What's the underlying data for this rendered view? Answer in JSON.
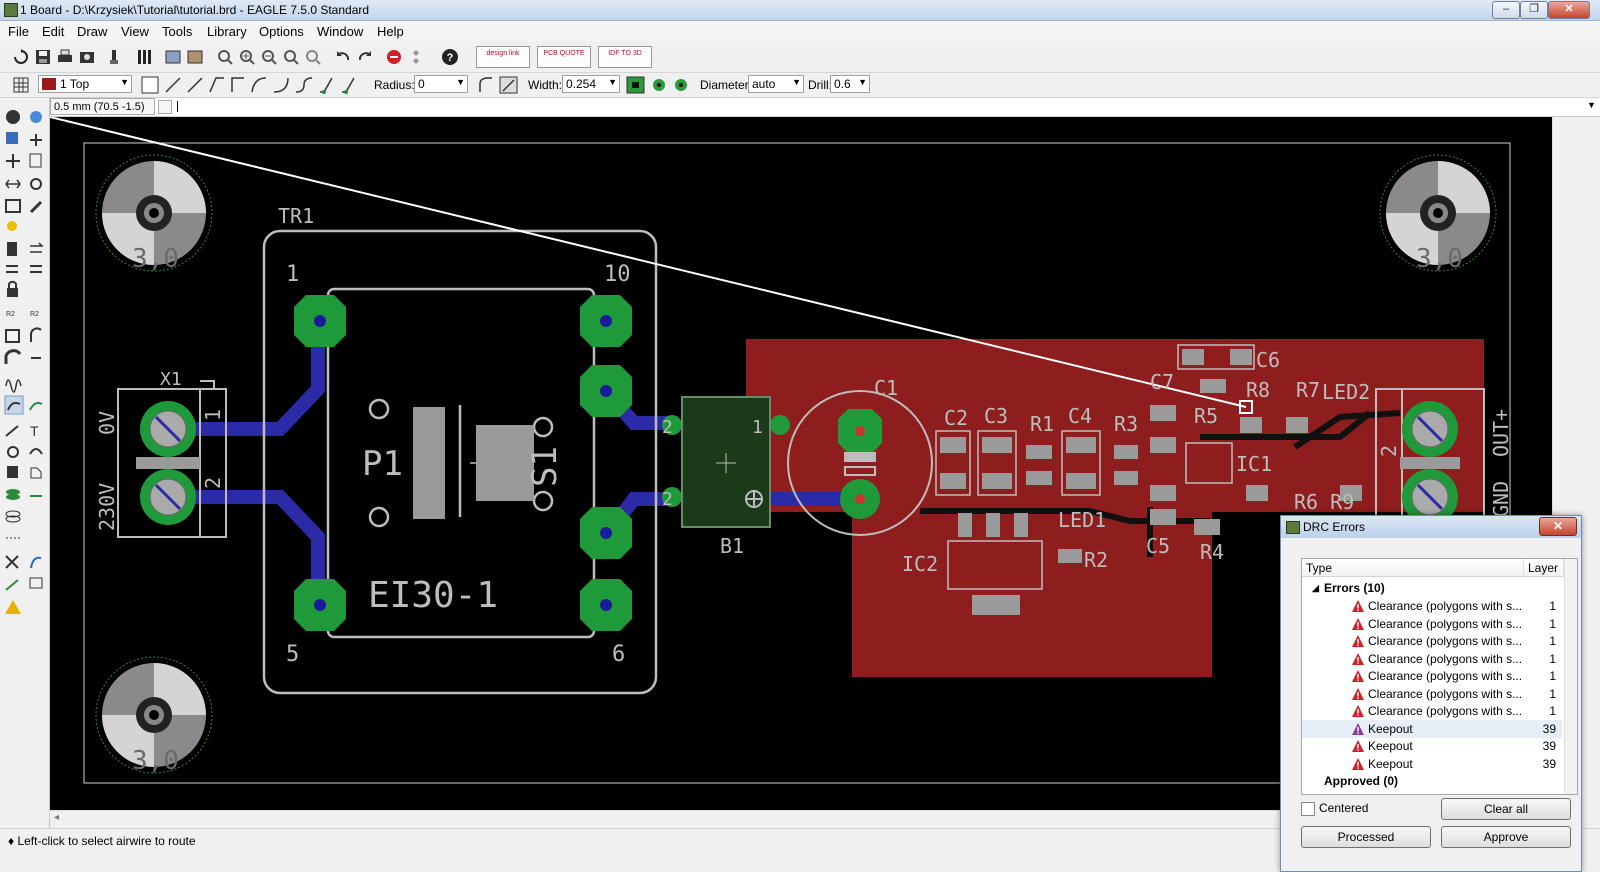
{
  "window": {
    "title": "1 Board - D:\\Krzysiek\\Tutorial\\tutorial.brd - EAGLE 7.5.0 Standard",
    "minimize": "–",
    "maximize": "❐",
    "close": "✕"
  },
  "menu": [
    "File",
    "Edit",
    "Draw",
    "View",
    "Tools",
    "Library",
    "Options",
    "Window",
    "Help"
  ],
  "toolbar": {
    "designlink": "design link",
    "pcb_quote": "PCB QUOTE",
    "idf": "IDF TO 3D"
  },
  "params": {
    "layer": "1 Top",
    "layer_color": "#9c1a1a",
    "radius_label": "Radius:",
    "radius_value": "0",
    "width_label": "Width:",
    "width_value": "0.254",
    "diameter_label": "Diameter:",
    "diameter_value": "auto",
    "drill_label": "Drill:",
    "drill_value": "0.6"
  },
  "command": {
    "coord": "0.5 mm (70.5 -1.5)",
    "input": ""
  },
  "board": {
    "hole_label": "3,0",
    "labels": {
      "tr1": "TR1",
      "x1": "X1",
      "pin1": "1",
      "pin10": "10",
      "pin5": "5",
      "pin6": "6",
      "p1": "P1",
      "s1": "S1",
      "ei30": "EI30-1",
      "v0": "0V",
      "v230": "230V",
      "x1p1": "1",
      "x1p2": "2",
      "b1": "B1",
      "c1": "C1",
      "c2": "C2",
      "c3": "C3",
      "r1": "R1",
      "c4": "C4",
      "r3": "R3",
      "c7": "C7",
      "c6": "C6",
      "r5": "R5",
      "r8": "R8",
      "r7": "R7",
      "led2": "LED2",
      "ic1": "IC1",
      "led1": "LED1",
      "c5": "C5",
      "r2": "R2",
      "r4": "R4",
      "ic2": "IC2",
      "r6r9": "R6 R9",
      "out": "OUT+",
      "gnd": "GND",
      "b1p2a": "2",
      "b1p1": "1",
      "b1p2b": "2",
      "xo2": "2"
    },
    "colors": {
      "background": "#000000",
      "copper_top_pour": "#8e1d1d",
      "bottom_trace": "#2b2ba8",
      "pad": "#1f9a3a",
      "silk": "#bdbdbd",
      "airwire": "#ffffff"
    }
  },
  "status": "♦ Left-click to select airwire to route",
  "drc": {
    "title": "DRC Errors",
    "col_type": "Type",
    "col_layer": "Layer",
    "errors_group": "Errors (10)",
    "items": [
      {
        "type": "Clearance (polygons with s...",
        "layer": "1"
      },
      {
        "type": "Clearance (polygons with s...",
        "layer": "1"
      },
      {
        "type": "Clearance (polygons with s...",
        "layer": "1"
      },
      {
        "type": "Clearance (polygons with s...",
        "layer": "1"
      },
      {
        "type": "Clearance (polygons with s...",
        "layer": "1"
      },
      {
        "type": "Clearance (polygons with s...",
        "layer": "1"
      },
      {
        "type": "Clearance (polygons with s...",
        "layer": "1"
      },
      {
        "type": "Keepout",
        "layer": "39"
      },
      {
        "type": "Keepout",
        "layer": "39"
      },
      {
        "type": "Keepout",
        "layer": "39"
      }
    ],
    "approved_group": "Approved (0)",
    "centered": "Centered",
    "clear_all": "Clear all",
    "processed": "Processed",
    "approve": "Approve"
  }
}
